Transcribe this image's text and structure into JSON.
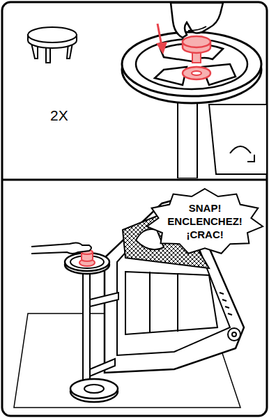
{
  "diagram": {
    "nodes": [
      {
        "text": [
          "SNAP!",
          "ENCLENCHEZ!",
          "¡CRAC!"
        ]
      }
    ],
    "labels": [
      "2X"
    ]
  }
}
